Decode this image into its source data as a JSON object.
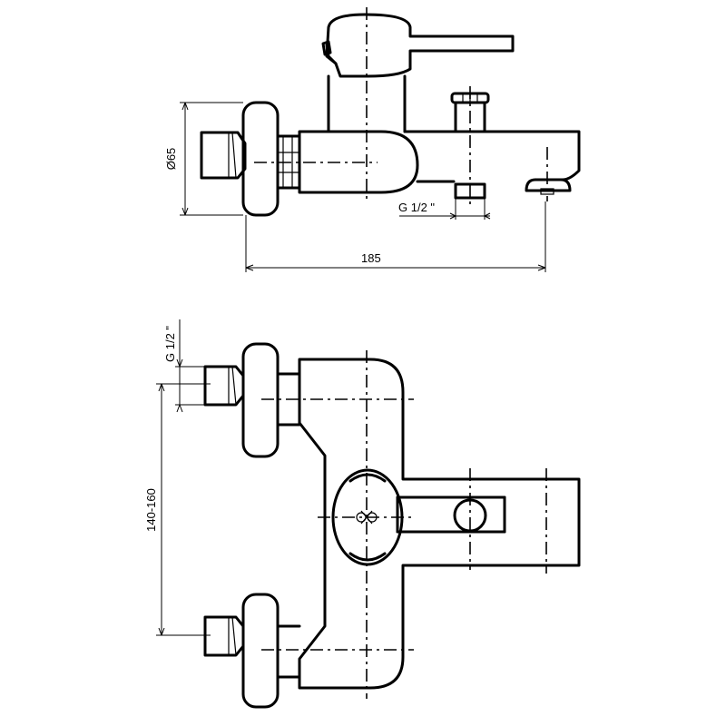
{
  "dimensions": {
    "diameter_label": "Ø65",
    "thread_top_label": "G 1/2 \"",
    "width_label": "185",
    "thread_side_label": "G 1/2 \"",
    "spacing_label": "140-160"
  }
}
